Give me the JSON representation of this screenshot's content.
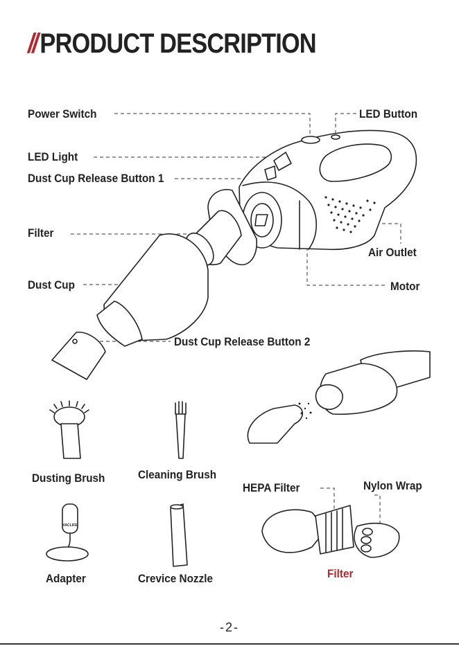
{
  "header": {
    "mark": "//",
    "title": "PRODUCT DESCRIPTION"
  },
  "labels": {
    "power_switch": "Power Switch",
    "led_button": "LED Button",
    "led_light": "LED Light",
    "release_button_1": "Dust Cup Release Button 1",
    "filter": "Filter",
    "air_outlet": "Air Outlet",
    "dust_cup": "Dust Cup",
    "motor": "Motor",
    "release_button_2": "Dust Cup Release Button 2"
  },
  "accessories": {
    "dusting_brush": "Dusting Brush",
    "cleaning_brush": "Cleaning Brush",
    "adapter": "Adapter",
    "crevice_nozzle": "Crevice Nozzle"
  },
  "filter_section": {
    "hepa_filter": "HEPA Filter",
    "nylon_wrap": "Nylon Wrap",
    "caption": "Filter"
  },
  "adapter_brand": "VACLIFE",
  "footer": {
    "page_number": "-2-"
  },
  "colors": {
    "accent": "#b3272f",
    "text": "#222222"
  }
}
